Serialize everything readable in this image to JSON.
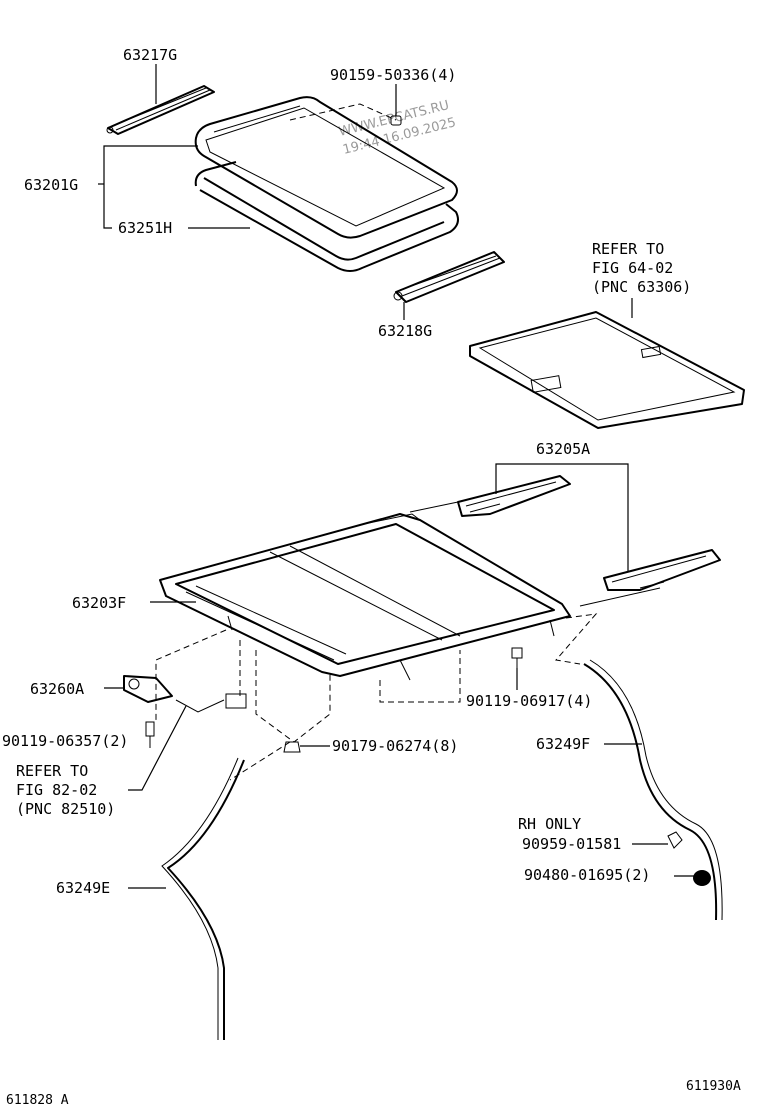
{
  "watermark": {
    "site": "WWW.EPCATS.RU",
    "timestamp": "19:44 16.09.2025"
  },
  "labels": {
    "p63217G": "63217G",
    "p90159": "90159-50336(4)",
    "p63201G": "63201G",
    "p63251H": "63251H",
    "p63218G": "63218G",
    "ref1_line1": "REFER TO",
    "ref1_line2": "FIG 64-02",
    "ref1_line3": "(PNC 63306)",
    "p63205A": "63205A",
    "p63203F": "63203F",
    "p63260A": "63260A",
    "p90119_06357": "90119-06357(2)",
    "ref2_line1": "REFER TO",
    "ref2_line2": "FIG 82-02",
    "ref2_line3": "(PNC 82510)",
    "p90179": "90179-06274(8)",
    "p90119_06917": "90119-06917(4)",
    "p63249F": "63249F",
    "rh_only": "RH ONLY",
    "p90959": "90959-01581",
    "p90480": "90480-01695(2)",
    "p63249E": "63249E",
    "code_left": "611828 A",
    "code_right": "611930A"
  }
}
